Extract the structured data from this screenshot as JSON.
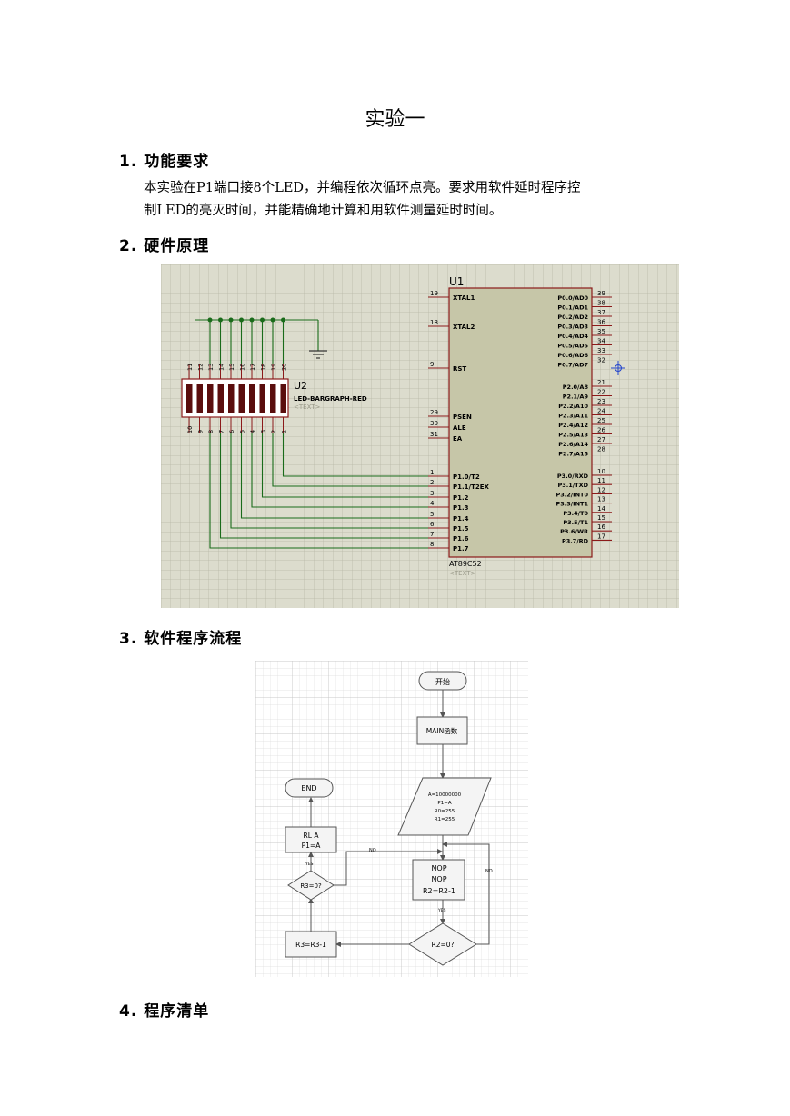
{
  "doc": {
    "title": "实验一",
    "sections": [
      {
        "heading": "1. 功能要求"
      },
      {
        "heading": "2. 硬件原理"
      },
      {
        "heading": "3. 软件程序流程"
      },
      {
        "heading": "4. 程序清单"
      }
    ],
    "para": {
      "line1": "本实验在P1端口接8个LED，并编程依次循环点亮。要求用软件延时程序控",
      "line2": "制LED的亮灭时间，并能精确地计算和用软件测量延时时间。"
    }
  },
  "schematic": {
    "u1": {
      "ref": "U1",
      "part": "AT89C52",
      "text": "<TEXT>",
      "left_pins": [
        {
          "num": "19",
          "name": "XTAL1"
        },
        {
          "num": "18",
          "name": "XTAL2"
        },
        {
          "num": "9",
          "name": "RST"
        },
        {
          "num": "29",
          "name": "PSEN"
        },
        {
          "num": "30",
          "name": "ALE"
        },
        {
          "num": "31",
          "name": "EA"
        },
        {
          "num": "1",
          "name": "P1.0/T2"
        },
        {
          "num": "2",
          "name": "P1.1/T2EX"
        },
        {
          "num": "3",
          "name": "P1.2"
        },
        {
          "num": "4",
          "name": "P1.3"
        },
        {
          "num": "5",
          "name": "P1.4"
        },
        {
          "num": "6",
          "name": "P1.5"
        },
        {
          "num": "7",
          "name": "P1.6"
        },
        {
          "num": "8",
          "name": "P1.7"
        }
      ],
      "right_pins": [
        {
          "num": "39",
          "name": "P0.0/AD0"
        },
        {
          "num": "38",
          "name": "P0.1/AD1"
        },
        {
          "num": "37",
          "name": "P0.2/AD2"
        },
        {
          "num": "36",
          "name": "P0.3/AD3"
        },
        {
          "num": "35",
          "name": "P0.4/AD4"
        },
        {
          "num": "34",
          "name": "P0.5/AD5"
        },
        {
          "num": "33",
          "name": "P0.6/AD6"
        },
        {
          "num": "32",
          "name": "P0.7/AD7"
        },
        {
          "num": "21",
          "name": "P2.0/A8"
        },
        {
          "num": "22",
          "name": "P2.1/A9"
        },
        {
          "num": "23",
          "name": "P2.2/A10"
        },
        {
          "num": "24",
          "name": "P2.3/A11"
        },
        {
          "num": "25",
          "name": "P2.4/A12"
        },
        {
          "num": "26",
          "name": "P2.5/A13"
        },
        {
          "num": "27",
          "name": "P2.6/A14"
        },
        {
          "num": "28",
          "name": "P2.7/A15"
        },
        {
          "num": "10",
          "name": "P3.0/RXD"
        },
        {
          "num": "11",
          "name": "P3.1/TXD"
        },
        {
          "num": "12",
          "name": "P3.2/INT0"
        },
        {
          "num": "13",
          "name": "P3.3/INT1"
        },
        {
          "num": "14",
          "name": "P3.4/T0"
        },
        {
          "num": "15",
          "name": "P3.5/T1"
        },
        {
          "num": "16",
          "name": "P3.6/WR"
        },
        {
          "num": "17",
          "name": "P3.7/RD"
        }
      ]
    },
    "u2": {
      "ref": "U2",
      "part": "LED-BARGRAPH-RED",
      "text": "<TEXT>",
      "top_pins": [
        "11",
        "12",
        "13",
        "14",
        "15",
        "16",
        "17",
        "18",
        "19",
        "20"
      ],
      "bottom_pins": [
        "10",
        "9",
        "8",
        "7",
        "6",
        "5",
        "4",
        "3",
        "2",
        "1"
      ]
    }
  },
  "flowchart": {
    "start": "开始",
    "main": "MAIN函数",
    "init": [
      "A=10000000",
      "P1=A",
      "R0=255",
      "R1=255"
    ],
    "nop_block": [
      "NOP",
      "NOP",
      "R2=R2-1"
    ],
    "decision_r2": "R2=0?",
    "dec_r3": "R3=R3-1",
    "decision_r3": "R3=0?",
    "rl_block": [
      "RL A",
      "P1=A"
    ],
    "end": "END",
    "yes": "YES",
    "no": "NO"
  }
}
